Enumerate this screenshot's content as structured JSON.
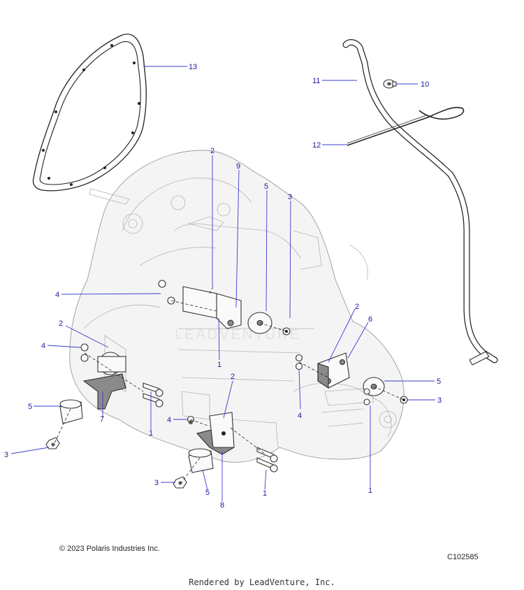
{
  "callouts": {
    "c13": "13",
    "c11": "11",
    "c10": "10",
    "c12": "12",
    "c2_top": "2",
    "c9": "9",
    "c5_top": "5",
    "c3_top": "3",
    "c4_upper": "4",
    "c2_left": "2",
    "c4_left": "4",
    "c1_mid": "1",
    "c2_right": "2",
    "c6": "6",
    "c5_right": "5",
    "c3_right": "3",
    "c5_left": "5",
    "c7": "7",
    "c1_left": "1",
    "c4_lower": "4",
    "c2_lower": "2",
    "c4_right": "4",
    "c3_left": "3",
    "c3_bottom": "3",
    "c5_bottom": "5",
    "c8": "8",
    "c1_bottom": "1",
    "c1_right": "1"
  },
  "footer": {
    "copyright": "© 2023 Polaris Industries Inc.",
    "figure_code": "C102585",
    "rendered_by": "Rendered by LeadVenture, Inc."
  },
  "watermark": "LEADVENTURE"
}
